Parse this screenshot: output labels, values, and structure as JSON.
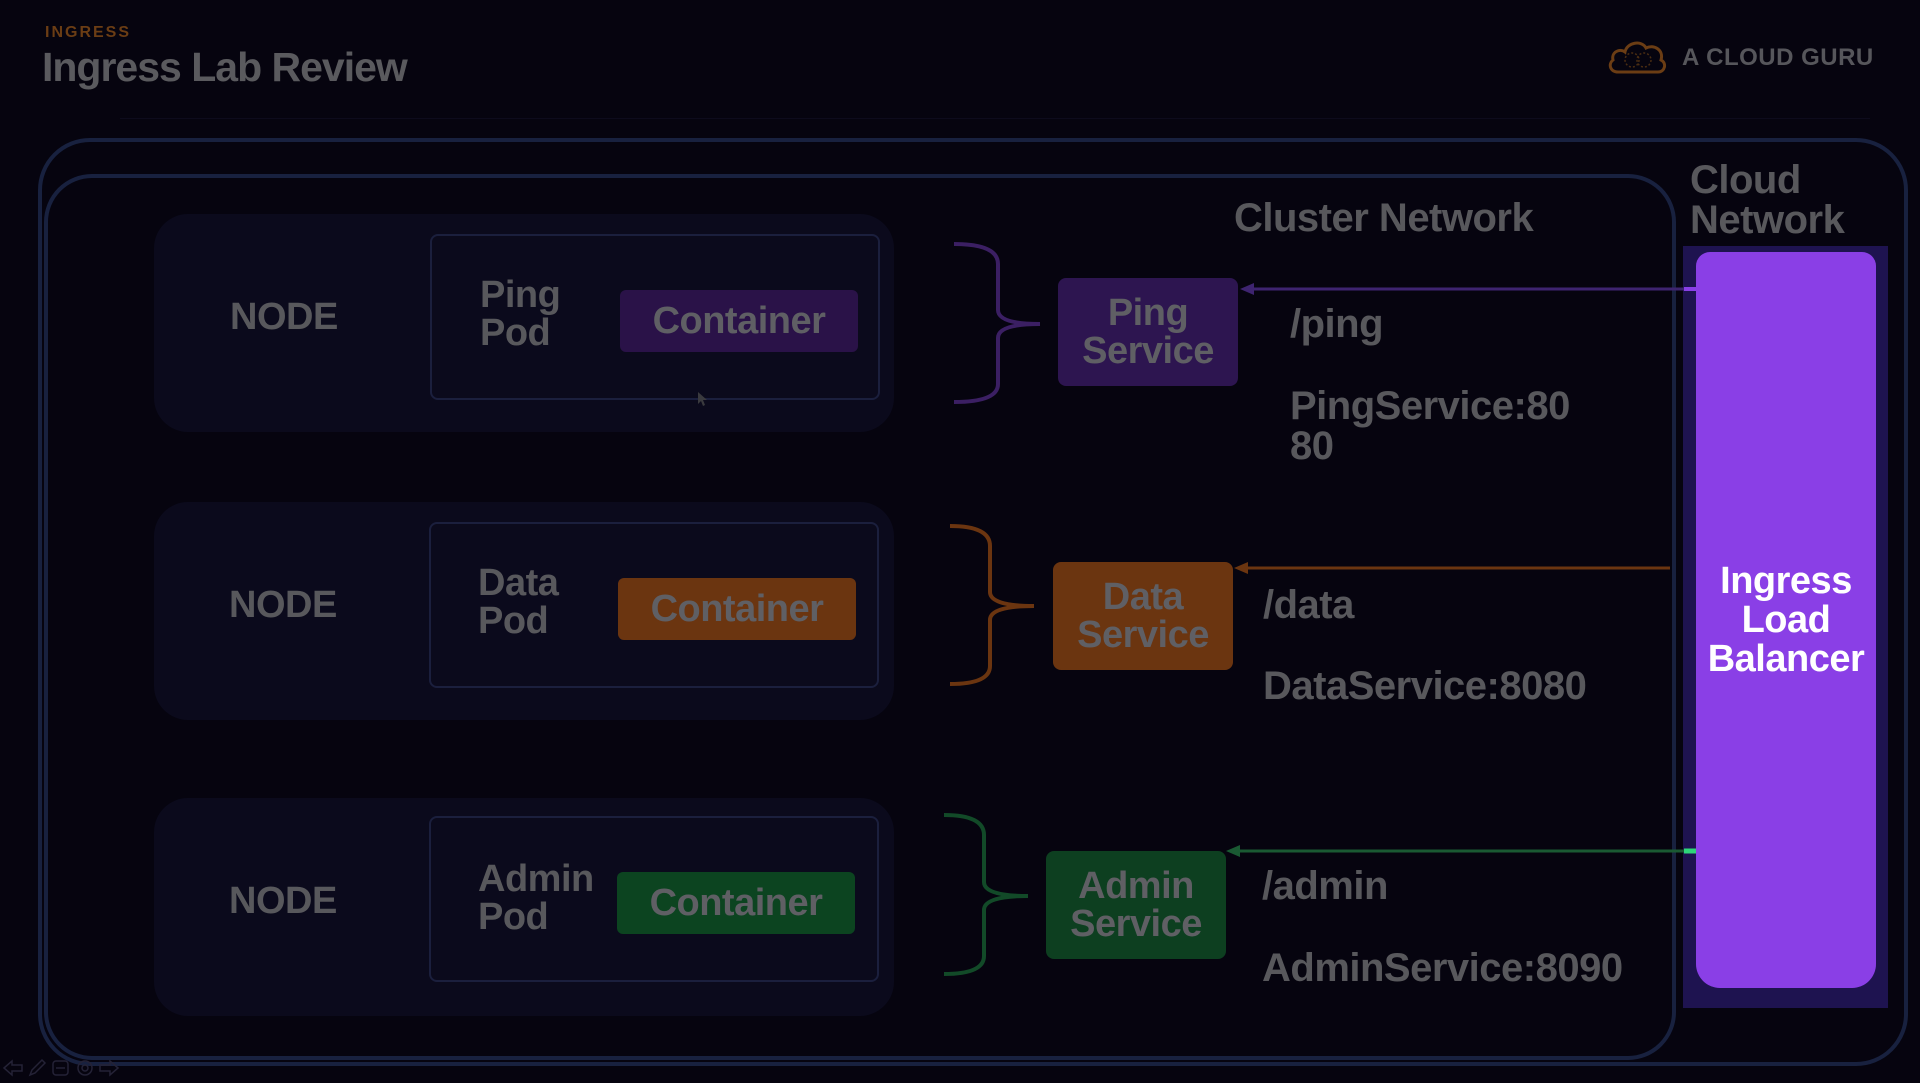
{
  "header": {
    "subtitle": "INGRESS",
    "title": "Ingress Lab Review",
    "brand": "A CLOUD GURU",
    "brand_icon": "cloud-icon"
  },
  "labels": {
    "cluster_network": "Cluster Network",
    "cloud_network": "Cloud\nNetwork",
    "load_balancer": "Ingress\nLoad\nBalancer"
  },
  "colors": {
    "ping": "#3b1a5c",
    "ping_line": "#4c2a80",
    "data": "#6b3510",
    "data_line": "#7a3e10",
    "admin": "#0d3f20",
    "admin_line": "#1d6b3a",
    "load_balancer": "#8a3fe6",
    "frame": "#18213f"
  },
  "rows": [
    {
      "node": "NODE",
      "pod": "Ping\nPod",
      "container": "Container",
      "service": "Ping\nService",
      "route": "/ping",
      "target": "PingService:80\n80"
    },
    {
      "node": "NODE",
      "pod": "Data\nPod",
      "container": "Container",
      "service": "Data\nService",
      "route": "/data",
      "target": "DataService:8080"
    },
    {
      "node": "NODE",
      "pod": "Admin\nPod",
      "container": "Container",
      "service": "Admin\nService",
      "route": "/admin",
      "target": "AdminService:8090"
    }
  ],
  "toolbar": {
    "icons": [
      "prev-arrow-icon",
      "pen-icon",
      "grid-icon",
      "zoom-icon",
      "next-arrow-icon"
    ]
  }
}
